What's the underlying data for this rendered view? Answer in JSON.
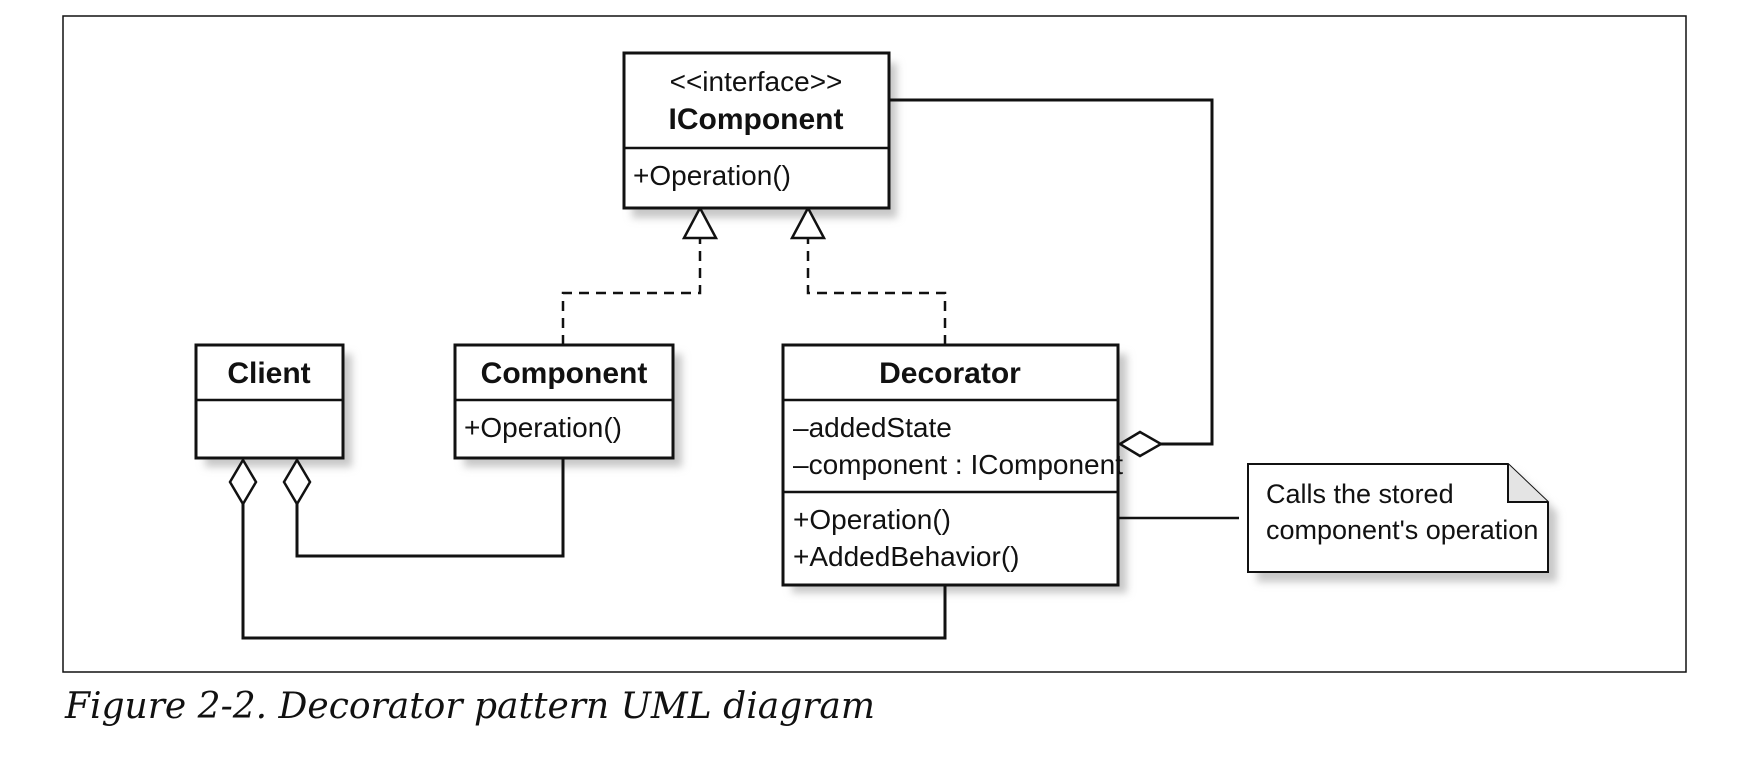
{
  "diagram": {
    "classes": {
      "icomponent": {
        "stereotype": "<<interface>>",
        "name": "IComponent",
        "operations": [
          "+Operation()"
        ]
      },
      "client": {
        "name": "Client"
      },
      "component": {
        "name": "Component",
        "operations": [
          "+Operation()"
        ]
      },
      "decorator": {
        "name": "Decorator",
        "attributes": [
          "–addedState",
          "–component : IComponent"
        ],
        "operations": [
          "+Operation()",
          "+AddedBehavior()"
        ]
      }
    },
    "note": {
      "lines": [
        "Calls the stored",
        "component's operation"
      ]
    },
    "relations": [
      {
        "type": "realization",
        "from": "Component",
        "to": "IComponent"
      },
      {
        "type": "realization",
        "from": "Decorator",
        "to": "IComponent"
      },
      {
        "type": "aggregation",
        "whole": "Decorator",
        "part": "IComponent"
      },
      {
        "type": "aggregation",
        "whole": "Client",
        "part": "Component"
      },
      {
        "type": "aggregation",
        "whole": "Client",
        "part": "Decorator"
      }
    ],
    "colors": {
      "line": "#111111",
      "shadow": "#c8c8c8",
      "background": "#ffffff"
    }
  },
  "caption": "Figure 2-2. Decorator pattern UML diagram"
}
